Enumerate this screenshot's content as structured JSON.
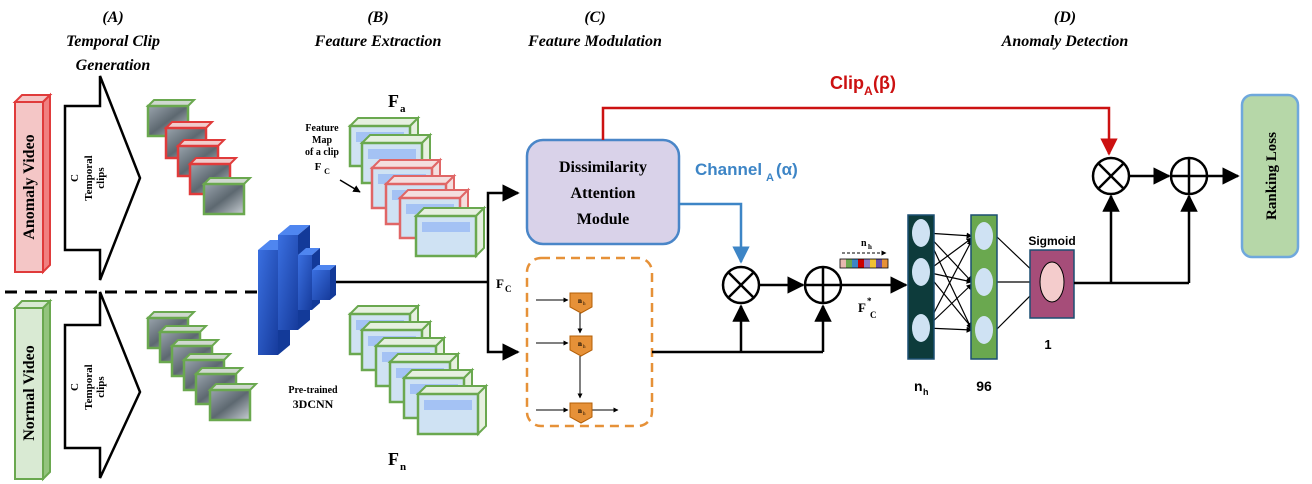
{
  "sections": {
    "a_letter": "(A)",
    "a_title_1": "Temporal Clip",
    "a_title_2": "Generation",
    "b_letter": "(B)",
    "b_title": "Feature Extraction",
    "c_letter": "(C)",
    "c_title": "Feature Modulation",
    "d_letter": "(D)",
    "d_title": "Anomaly Detection"
  },
  "inputs": {
    "anomaly_label": "Anomaly Video",
    "normal_label": "Normal Video",
    "clips_c": "C",
    "clips_label_1": "Temporal",
    "clips_label_2": "clips"
  },
  "features": {
    "fa_main": "F",
    "fa_sub": "a",
    "fn_main": "F",
    "fn_sub": "n",
    "fmap_1": "Feature",
    "fmap_2": "Map",
    "fmap_3": "of a clip",
    "fmap_fc_main": "F",
    "fmap_fc_sub": "C",
    "pretrained": "Pre-trained",
    "cnn": "3DCNN",
    "fc_main": "F",
    "fc_sub": "C",
    "fstar_main": "F",
    "fstar_sup": "*",
    "fstar_sub": "C"
  },
  "modulation": {
    "dam_1": "Dissimilarity",
    "dam_2": "Attention",
    "dam_3": "Module",
    "channel_main": "Channel",
    "channel_sub": "A",
    "channel_param": "(α)",
    "clip_main": "Clip",
    "clip_sub": "A",
    "clip_param": "(β)",
    "lstm_cell": "n",
    "lstm_cell_sub": "h",
    "nh_vec_main": "n",
    "nh_vec_sub": "h"
  },
  "detector": {
    "layer1_main": "n",
    "layer1_sub": "h",
    "layer2": "96",
    "layer3": "1",
    "sigmoid": "Sigmoid",
    "ranking_loss": "Ranking Loss"
  },
  "colors": {
    "anomaly_red": "#e03b3b",
    "normal_green": "#6aa84f",
    "cnn_blue": "#1f4fbf",
    "dam_fill": "#d9d2e9",
    "dam_stroke": "#4a86c8",
    "clip_red": "#cc1111",
    "channel_blue": "#3d85c6",
    "dashed_orange": "#e69138",
    "cell_orange": "#e69138",
    "layer1_fill": "#0d3b3b",
    "layer2_fill": "#6aa84f",
    "sigmoid_fill": "#a64d79",
    "ranking_fill": "#b6d7a8"
  }
}
